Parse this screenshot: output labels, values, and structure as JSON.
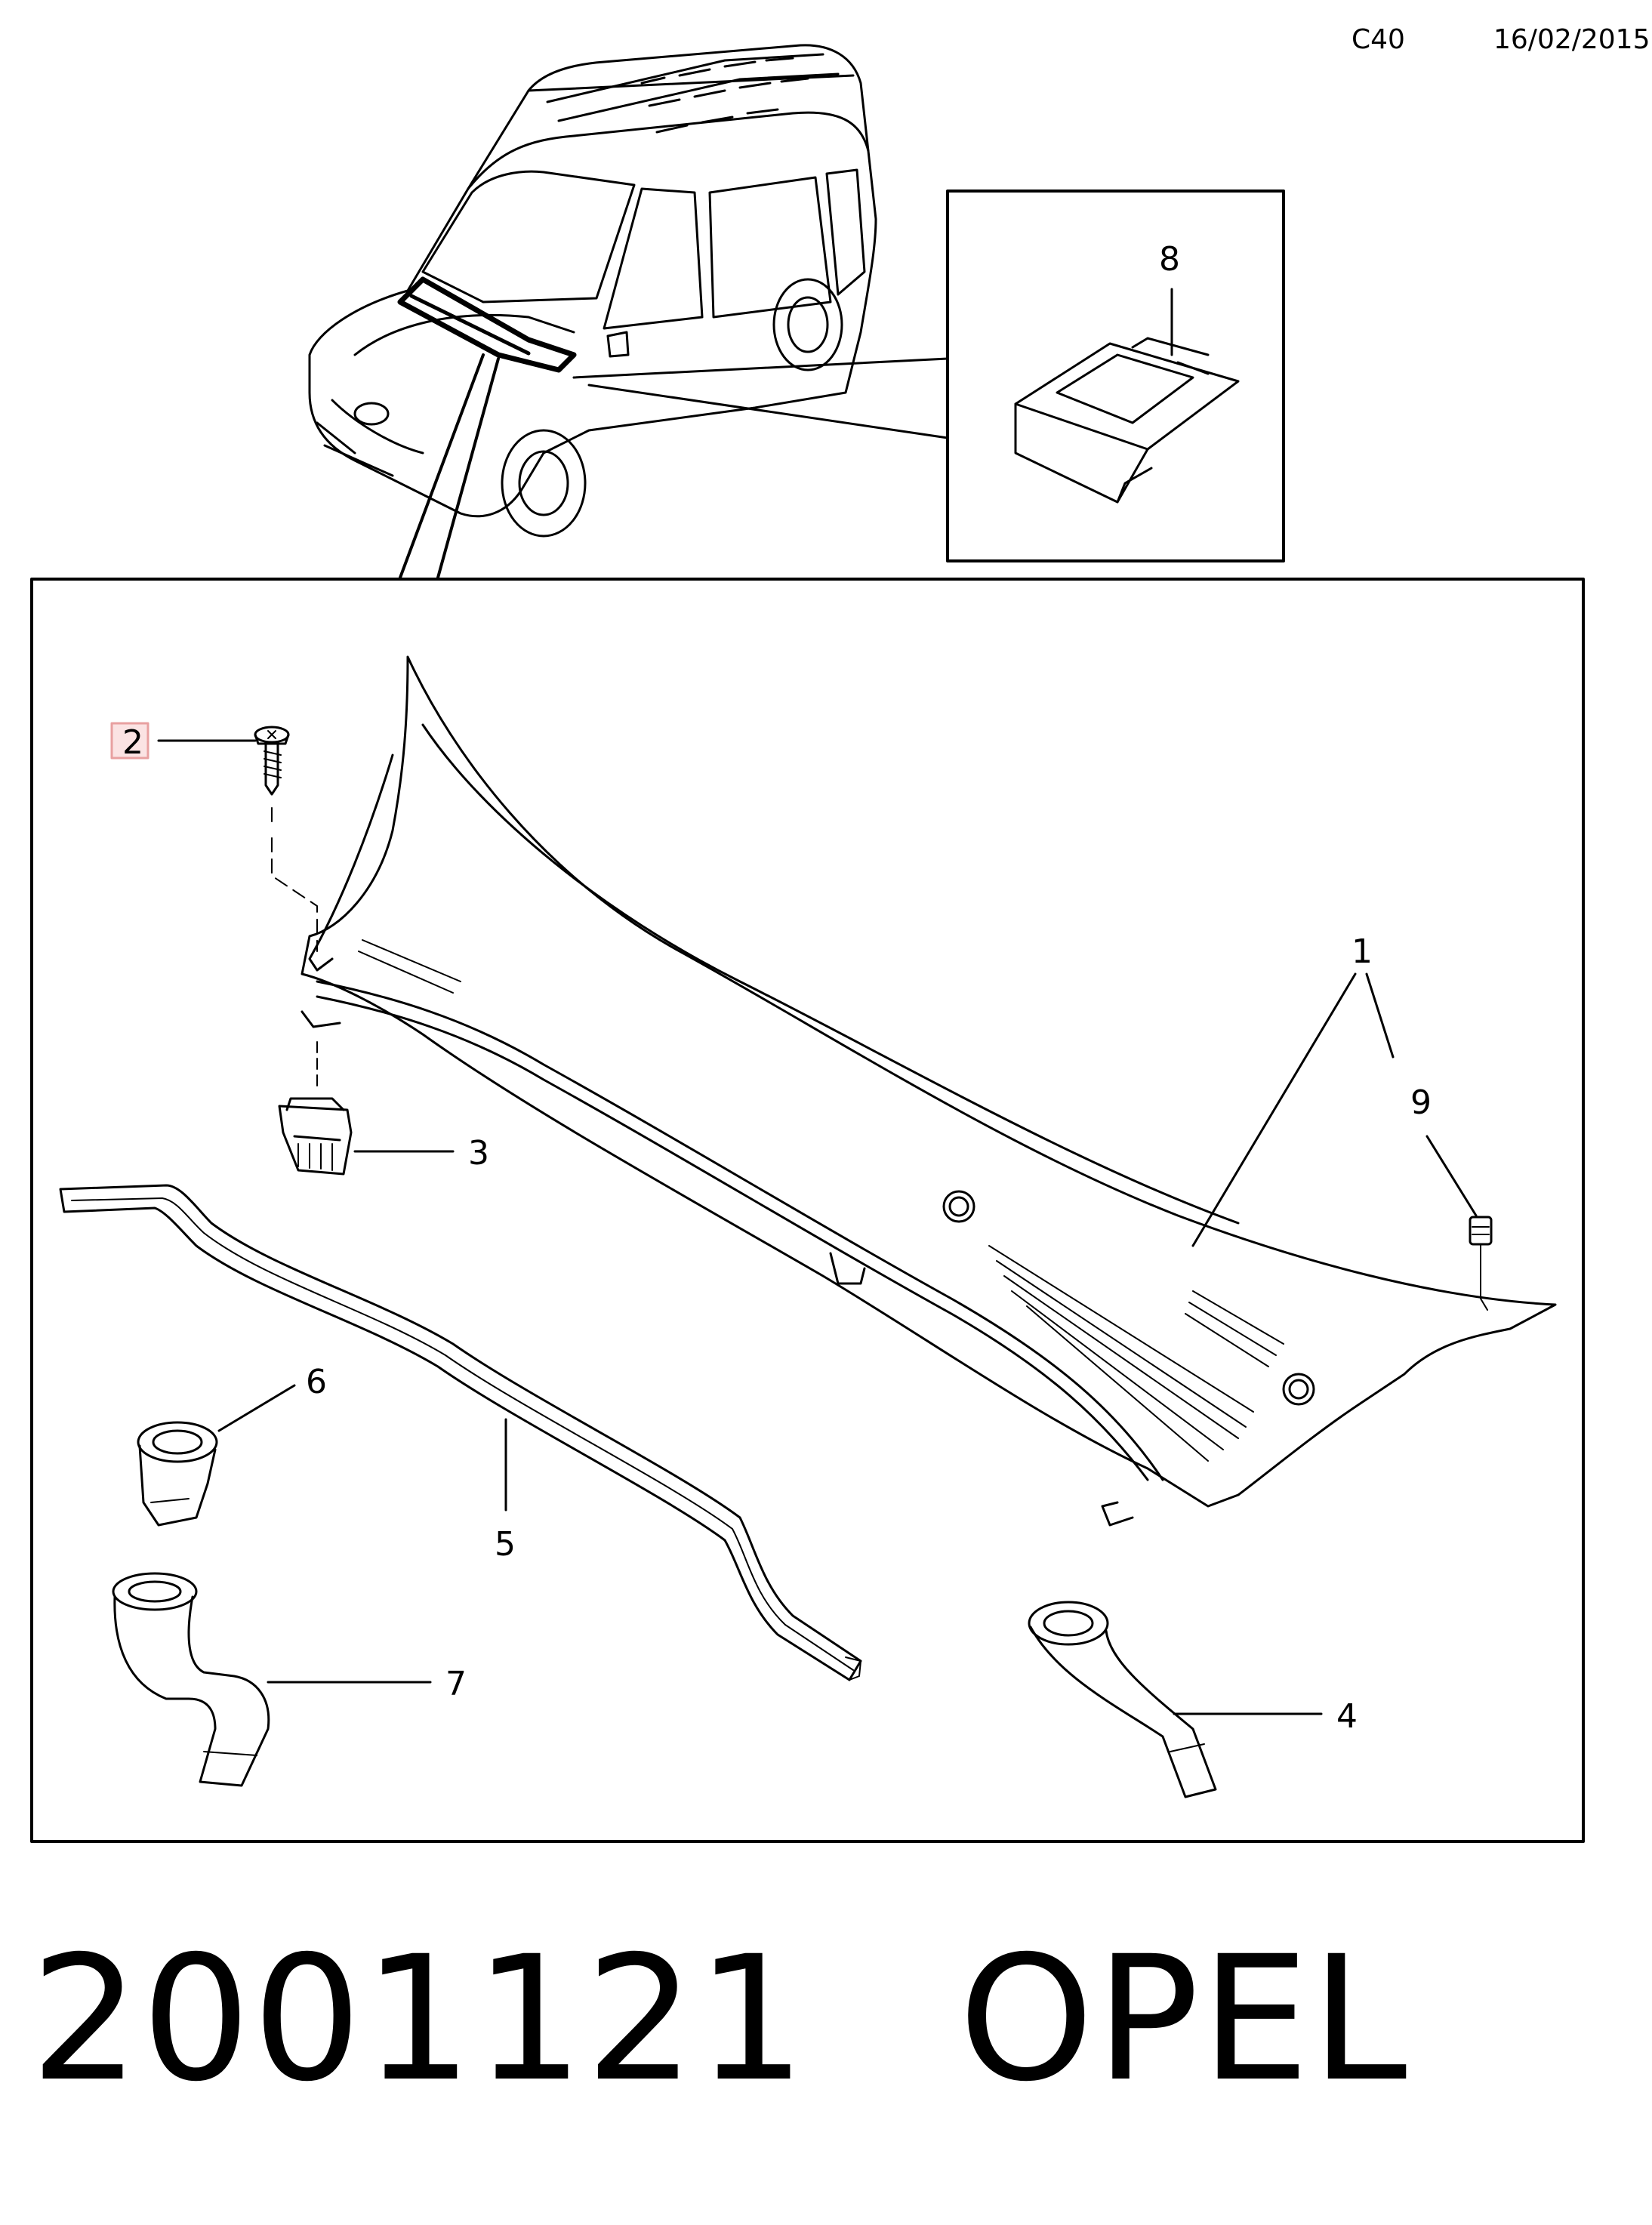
{
  "header": {
    "illustration_code": "C40",
    "date": "16/02/2015"
  },
  "callouts": {
    "c1": "1",
    "c2": "2",
    "c3": "3",
    "c4": "4",
    "c5": "5",
    "c6": "6",
    "c7": "7",
    "c8": "8",
    "c9": "9"
  },
  "highlighted_callout": "2",
  "highlight_color": "#e8a0a0",
  "highlight_fill": "#fbe3e3",
  "footer": {
    "part_number": "2001121",
    "brand": "OPEL"
  }
}
